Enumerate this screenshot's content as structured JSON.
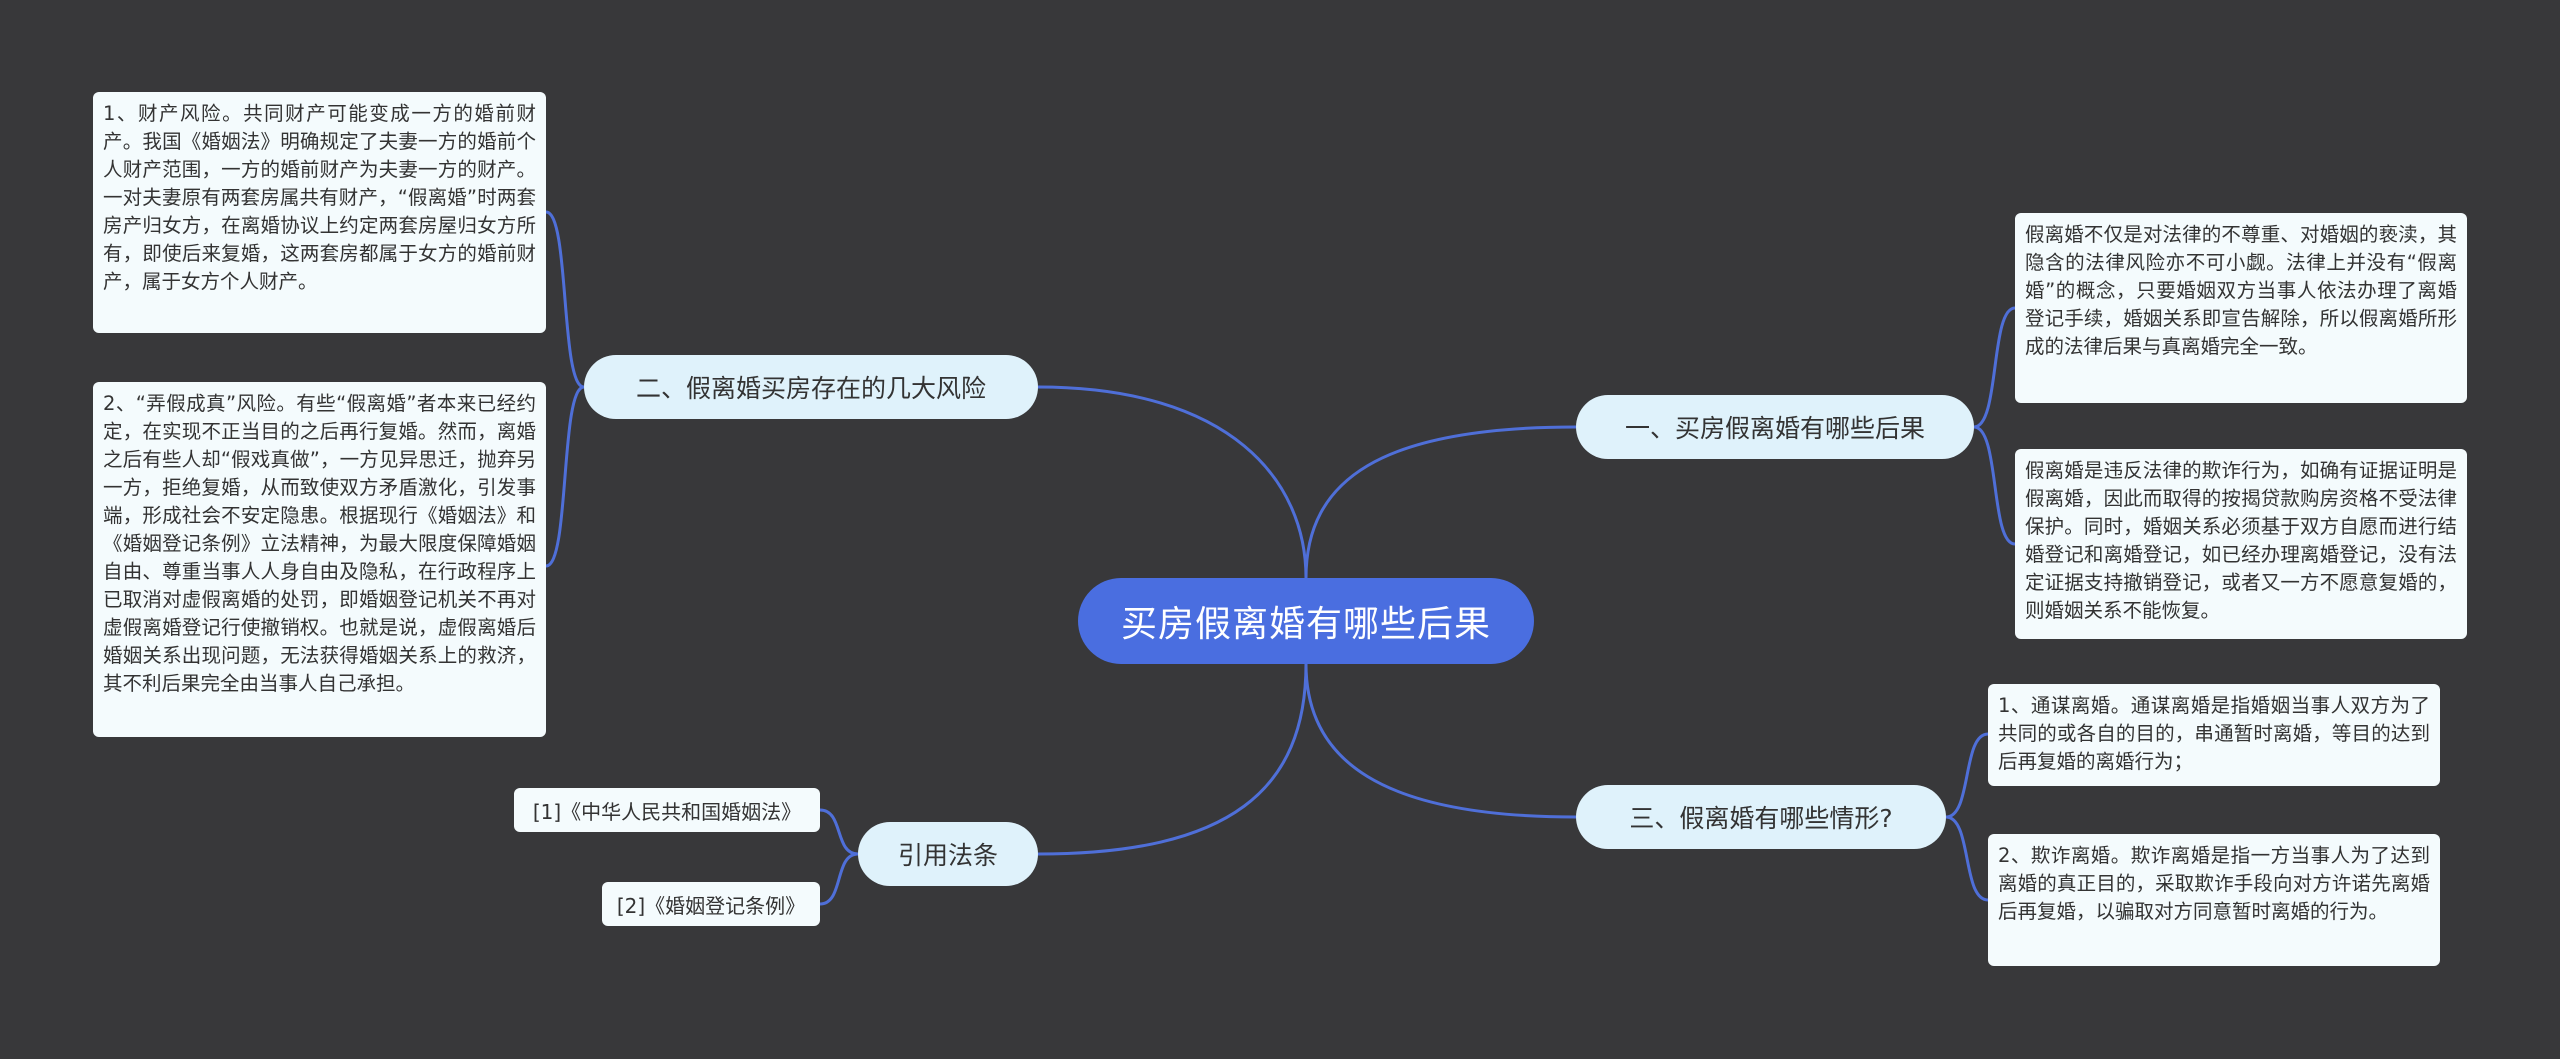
{
  "root": {
    "label": "买房假离婚有哪些后果"
  },
  "topics": {
    "t1": {
      "label": "一、买房假离婚有哪些后果",
      "leaves": [
        "假离婚不仅是对法律的不尊重、对婚姻的亵渎，其隐含的法律风险亦不可小觑。法律上并没有“假离婚”的概念，只要婚姻双方当事人依法办理了离婚登记手续，婚姻关系即宣告解除，所以假离婚所形成的法律后果与真离婚完全一致。",
        "假离婚是违反法律的欺诈行为，如确有证据证明是假离婚，因此而取得的按揭贷款购房资格不受法律保护。同时，婚姻关系必须基于双方自愿而进行结婚登记和离婚登记，如已经办理离婚登记，没有法定证据支持撤销登记，或者又一方不愿意复婚的，则婚姻关系不能恢复。"
      ]
    },
    "t2": {
      "label": "二、假离婚买房存在的几大风险",
      "leaves": [
        "1、财产风险。共同财产可能变成一方的婚前财产。我国《婚姻法》明确规定了夫妻一方的婚前个人财产范围，一方的婚前财产为夫妻一方的财产。一对夫妻原有两套房属共有财产，“假离婚”时两套房产归女方，在离婚协议上约定两套房屋归女方所有，即使后来复婚，这两套房都属于女方的婚前财产，属于女方个人财产。",
        "2、“弄假成真”风险。有些“假离婚”者本来已经约定，在实现不正当目的之后再行复婚。然而，离婚之后有些人却“假戏真做”，一方见异思迁，抛弃另一方，拒绝复婚，从而致使双方矛盾激化，引发事端，形成社会不安定隐患。根据现行《婚姻法》和《婚姻登记条例》立法精神，为最大限度保障婚姻自由、尊重当事人人身自由及隐私，在行政程序上已取消对虚假离婚的处罚，即婚姻登记机关不再对虚假离婚登记行使撤销权。也就是说，虚假离婚后婚姻关系出现问题，无法获得婚姻关系上的救济，其不利后果完全由当事人自己承担。"
      ]
    },
    "t3": {
      "label": "三、假离婚有哪些情形?",
      "leaves": [
        "1、通谋离婚。通谋离婚是指婚姻当事人双方为了共同的或各自的目的，串通暂时离婚，等目的达到后再复婚的离婚行为；",
        "2、欺诈离婚。欺诈离婚是指一方当事人为了达到离婚的真正目的，采取欺诈手段向对方许诺先离婚后再复婚，以骗取对方同意暂时离婚的行为。"
      ]
    },
    "t4": {
      "label": "引用法条",
      "leaves": [
        "[1]《中华人民共和国婚姻法》",
        "[2]《婚姻登记条例》"
      ]
    }
  },
  "colors": {
    "background": "#38383a",
    "root_fill": "#4a6ee0",
    "topic_fill": "#dff2fb",
    "leaf_fill": "#f4fbfd",
    "connector": "#4f6fd8"
  }
}
